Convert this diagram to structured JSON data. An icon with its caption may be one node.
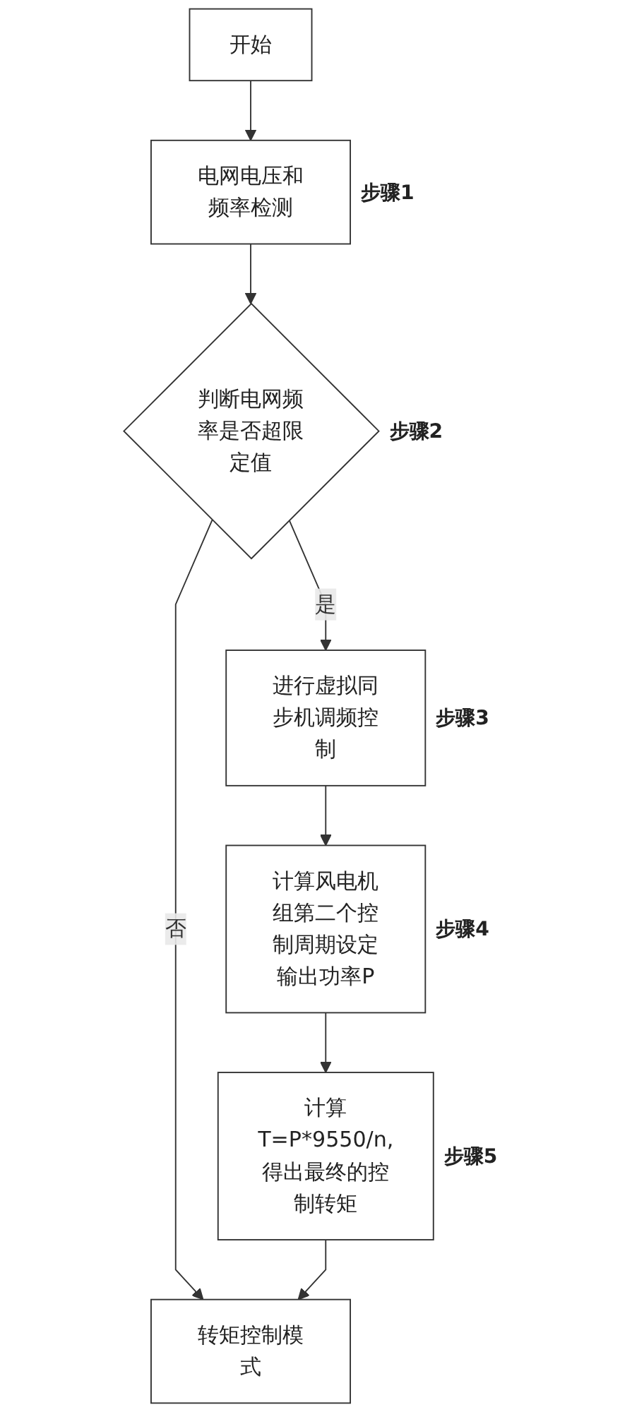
{
  "diagram": {
    "nodes": [
      {
        "text": [
          "开始"
        ]
      },
      {
        "text": [
          "电网电压和频率检测"
        ],
        "beside": [
          "步骤1"
        ]
      },
      {
        "text": [
          "判断电网频率是否超限定值"
        ],
        "beside": [
          "步骤2"
        ]
      },
      {
        "text": [
          "转矩控制模式"
        ]
      },
      {
        "text": [
          "进行虚拟同步机调频控制"
        ],
        "beside": [
          "步骤3"
        ]
      },
      {
        "text": [
          "计算风电机组第二个控制周期设定输出功率P"
        ],
        "beside": [
          "步骤4"
        ]
      },
      {
        "text": [
          "计算T=P*9550/n,得出最终的控制转矩"
        ],
        "beside": [
          "步骤5"
        ]
      }
    ],
    "edges": [
      {
        "from": 0,
        "to": 1,
        "arrow": "to"
      },
      {
        "from": 1,
        "to": 2,
        "arrow": "to"
      },
      {
        "from": 2,
        "to": 3,
        "label": "否",
        "arrow": "to"
      },
      {
        "from": 2,
        "to": 4,
        "label": "是",
        "arrow": "to"
      },
      {
        "from": 4,
        "to": 5,
        "arrow": "to"
      },
      {
        "from": 5,
        "to": 6,
        "arrow": "to"
      },
      {
        "from": 6,
        "to": 3,
        "arrow": "to"
      }
    ]
  }
}
